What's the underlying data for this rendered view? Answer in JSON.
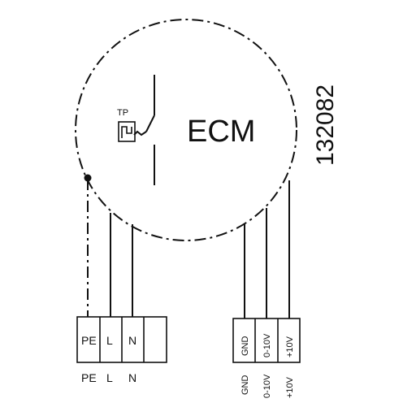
{
  "motor": {
    "label": "ECM",
    "thermal_protector_label": "TP"
  },
  "drawing_number": "132082",
  "power_block": {
    "terminals": [
      "PE",
      "L",
      "N",
      ""
    ],
    "labels_below": [
      "PE",
      "L",
      "N"
    ]
  },
  "control_block": {
    "terminals": [
      "GND",
      "0-10V",
      "+10V"
    ],
    "labels_below": [
      "GND",
      "0-10V",
      "+10V"
    ]
  },
  "colors": {
    "line": "#111111",
    "background": "#ffffff"
  }
}
